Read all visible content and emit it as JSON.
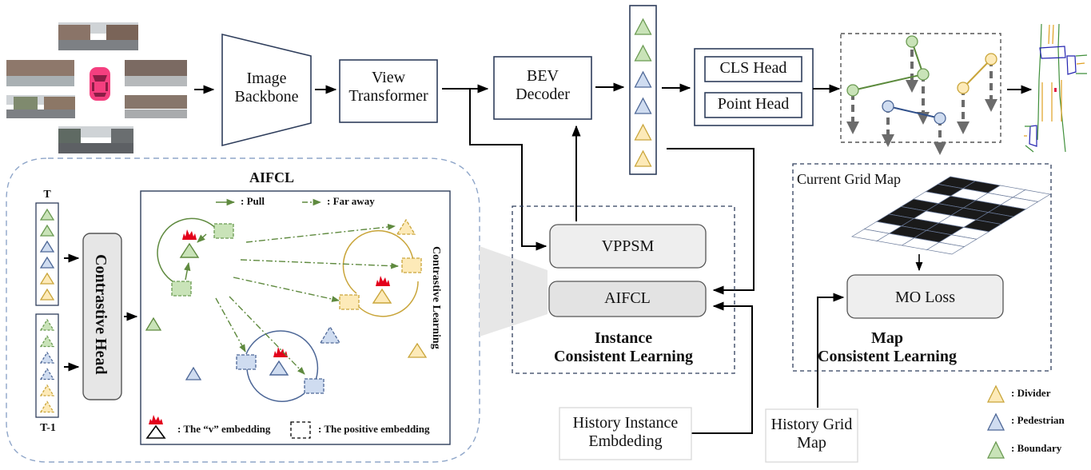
{
  "pipeline": {
    "image_backbone": [
      "Image",
      "Backbone"
    ],
    "view_transformer": [
      "View",
      "Transformer"
    ],
    "bev_decoder": [
      "BEV",
      "Decoder"
    ],
    "cls_head": "CLS Head",
    "point_head": "Point Head",
    "query_colors": [
      "boundary",
      "boundary",
      "pedestrian",
      "pedestrian",
      "divider",
      "divider"
    ]
  },
  "instance_module": {
    "vppsm": "VPPSM",
    "aifcl": "AIFCL",
    "title": [
      "Instance",
      "Consistent Learning"
    ]
  },
  "map_module": {
    "grid_label": "Current Grid Map",
    "mo_loss": "MO Loss",
    "title": [
      "Map",
      "Consistent Learning"
    ]
  },
  "history": {
    "instance": [
      "History Instance",
      "Embdeding"
    ],
    "grid": [
      "History Grid",
      "Map"
    ]
  },
  "aifcl_panel": {
    "title": "AIFCL",
    "time_t": "T",
    "time_t1": "T-1",
    "contrastive_head": "Contrastive Head",
    "contrastive_learning": "Contrastive Learning",
    "legend_pull": ":  Pull",
    "legend_far": ":  Far away",
    "legend_v": ":  The “v” embedding",
    "legend_pos": ":  The positive embedding"
  },
  "legend": {
    "items": [
      {
        "label": ":  Divider",
        "class": "divider"
      },
      {
        "label": ":  Pedestrian",
        "class": "pedestrian"
      },
      {
        "label": ":  Boundary",
        "class": "boundary"
      }
    ]
  },
  "colors": {
    "boundary_fill": "#c9e3b8",
    "boundary_stroke": "#6a9a52",
    "pedestrian_fill": "#cfdcf0",
    "pedestrian_stroke": "#4d6797",
    "divider_fill": "#fdeab8",
    "divider_stroke": "#c9a53a",
    "box_stroke": "#2f3e5c",
    "flame": "#e3001b",
    "car": "#f43f7f",
    "module_fill": "#eeeeee",
    "module_stroke": "#555555"
  }
}
